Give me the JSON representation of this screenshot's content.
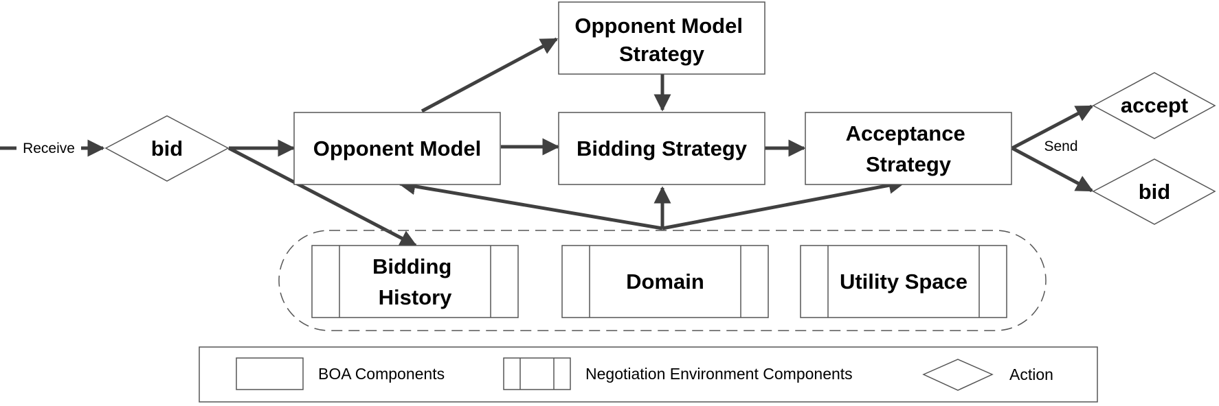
{
  "flow": {
    "receive_label": "Receive",
    "send_label": "Send",
    "incoming_action": "bid",
    "outgoing_actions": {
      "accept": "accept",
      "bid": "bid"
    }
  },
  "boa_components": {
    "opponent_model_strategy": [
      "Opponent Model",
      "Strategy"
    ],
    "opponent_model": "Opponent Model",
    "bidding_strategy": "Bidding Strategy",
    "acceptance_strategy": [
      "Acceptance",
      "Strategy"
    ]
  },
  "environment_components": {
    "bidding_history": [
      "Bidding",
      "History"
    ],
    "domain": "Domain",
    "utility_space": "Utility Space"
  },
  "legend": {
    "boa_components": "BOA Components",
    "negotiation_environment_components": "Negotiation Environment Components",
    "action": "Action"
  },
  "colors": {
    "stroke": "#555555",
    "arrow": "#404040",
    "text": "#000000",
    "background": "#ffffff"
  }
}
